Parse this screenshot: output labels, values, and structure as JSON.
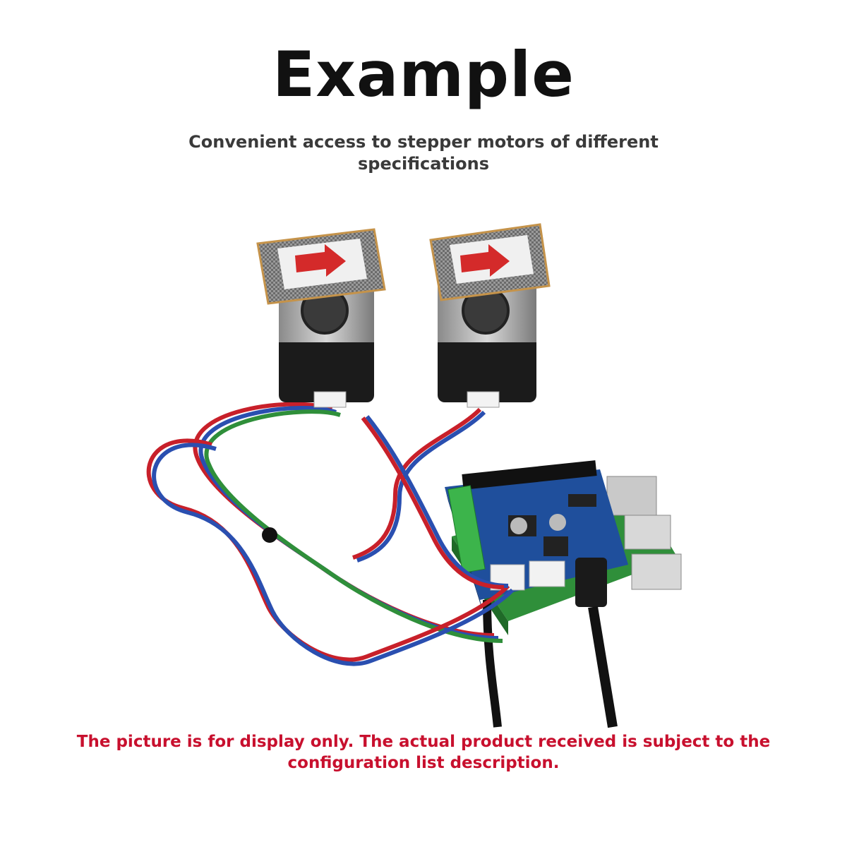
{
  "header": {
    "title": "Example",
    "subtitle": "Convenient access to stepper motors of different specifications"
  },
  "footer": {
    "notice": "The picture is for display only. The actual product received is subject to the configuration list description."
  },
  "colors": {
    "title": "#111111",
    "subtitle": "#3a3a3a",
    "notice": "#c8102e",
    "board": "#1f4f9c",
    "terminal": "#3cb44b",
    "arrow": "#d42a2a"
  },
  "icons": [
    "right-arrow-icon"
  ]
}
